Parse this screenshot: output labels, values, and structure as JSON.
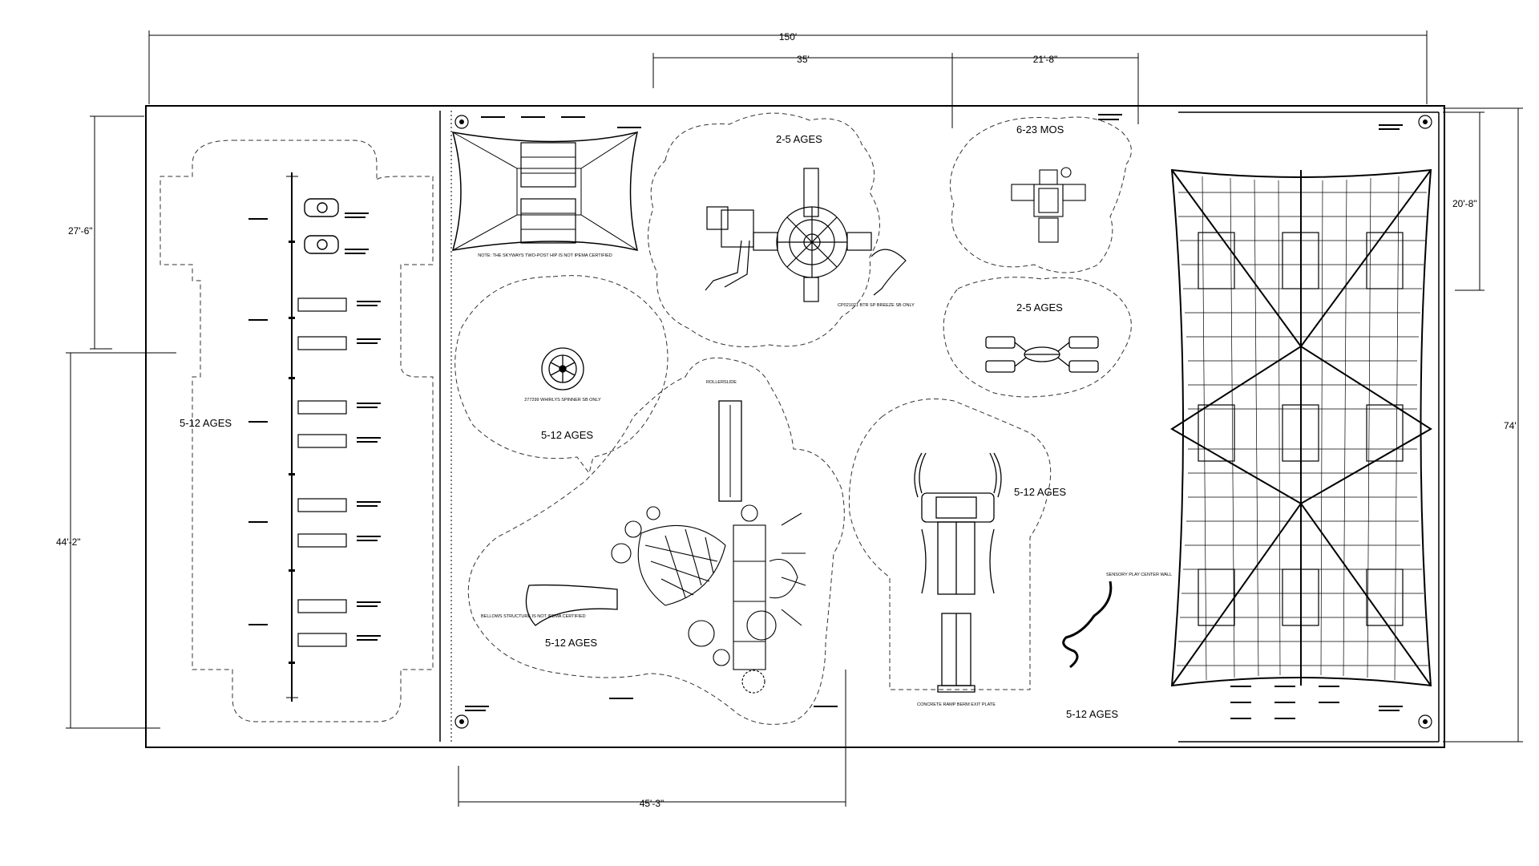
{
  "dimensions": {
    "overall_width": "150'",
    "overall_height": "74'",
    "span_35": "35'",
    "span_21_8": "21'-8\"",
    "left_27_6": "27'-6\"",
    "left_44_2": "44'-2\"",
    "bottom_45_3": "45'-3\"",
    "right_20_8": "20'-8\""
  },
  "zones": {
    "swings_age": "5-12 AGES",
    "toddler_top_age": "2-5 AGES",
    "spinner_age": "5-12 AGES",
    "big_structure_age": "5-12 AGES",
    "infant_age": "6-23 MOS",
    "seesaw_age": "2-5 AGES",
    "climber_age": "5-12 AGES",
    "sensory_age": "5-12 AGES"
  },
  "notes": {
    "shade_note": "NOTE: THE SKYWAYS TWO-POST HIP IS NOT IPEMA CERTIFIED",
    "bellows_note": "BELLOWS STRUCTURE IS NOT IPEMA CERTIFIED",
    "toddler_structure": "CP021021 BTR SP BREEZE SB ONLY",
    "spinner_label": "277299 WHIRLYS SPINNER SB ONLY",
    "slide_label": "ROLLERSLIDE",
    "concrete_ramp": "CONCRETE RAMP BERM EXIT PLATE",
    "sensory_wall": "SENSORY PLAY CENTER WALL"
  },
  "icons": {
    "corner_marker": "circle-target-icon",
    "toddler_deck": "octagon-deck-icon",
    "spinner": "spinner-icon",
    "seesaw": "seesaw-icon"
  }
}
